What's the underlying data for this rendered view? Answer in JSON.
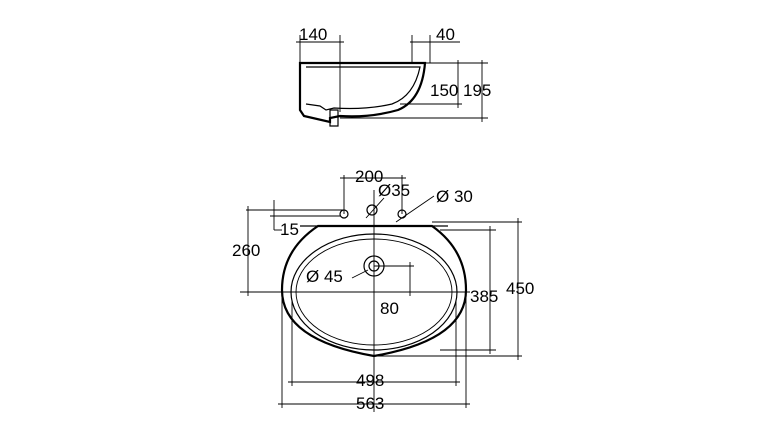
{
  "side_view": {
    "dims": {
      "top_left": "140",
      "top_right": "40",
      "height_inner": "150",
      "height_outer": "195"
    }
  },
  "plan_view": {
    "dims": {
      "tap_spacing": "200",
      "tap_hole": "Ø35",
      "side_hole": "Ø 30",
      "offset": "15",
      "depth_to_waste": "260",
      "waste_hole": "Ø 45",
      "waste_offset": "80",
      "inner_depth": "385",
      "outer_depth": "450",
      "inner_width": "498",
      "outer_width": "563"
    }
  }
}
